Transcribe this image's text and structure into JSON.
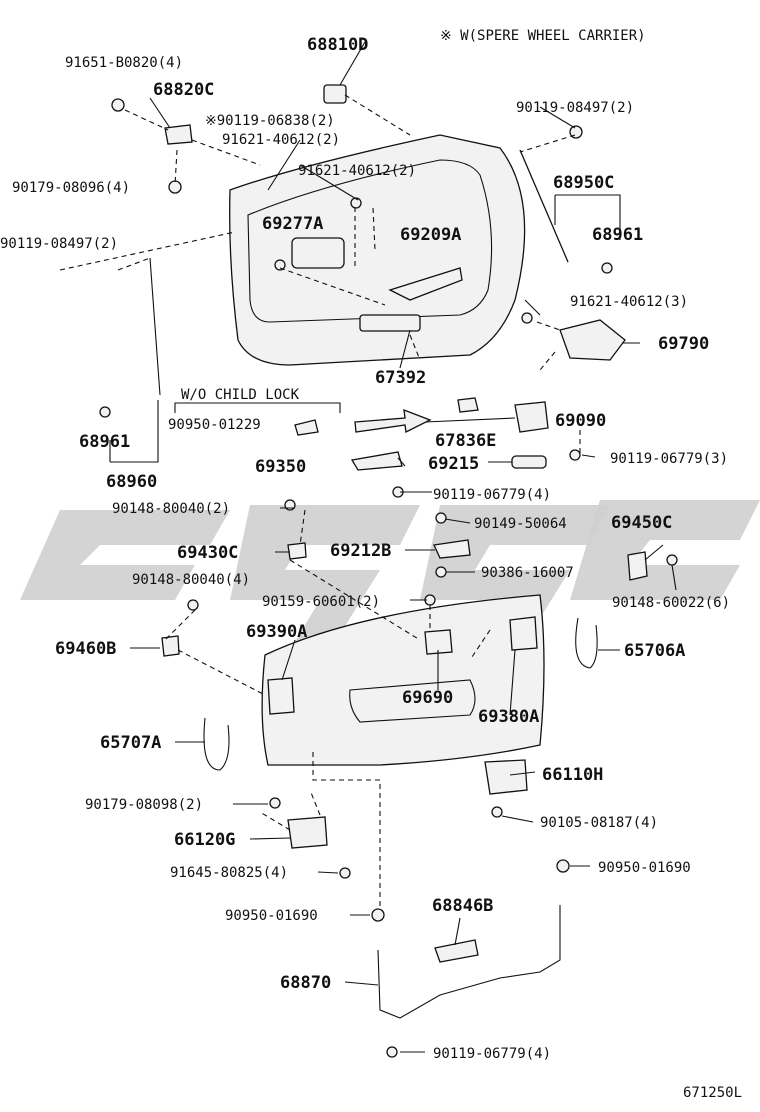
{
  "header_note": "※ W(SPERE WHEEL CARRIER)",
  "child_lock_note": "W/O CHILD LOCK",
  "diagram_id": "671250L",
  "labels": {
    "p68810D": "68810D",
    "p91651": "91651-B0820(4)",
    "p68820C": "68820C",
    "p90119_06838": "※90119-06838(2)",
    "p91621_a": "91621-40612(2)",
    "p91621_b": "91621-40612(2)",
    "p90119_08497_r": "90119-08497(2)",
    "p90179_08096": "90179-08096(4)",
    "p68950C": "68950C",
    "p90119_08497_l": "90119-08497(2)",
    "p69277A": "69277A",
    "p69209A": "69209A",
    "p68961_r": "68961",
    "p91621_c": "91621-40612(3)",
    "p69790": "69790",
    "p67392": "67392",
    "p_child": "W/O CHILD LOCK",
    "p90950_01229": "90950-01229",
    "p68961_l": "68961",
    "p69090": "69090",
    "p67836E": "67836E",
    "p68960": "68960",
    "p69350": "69350",
    "p69215": "69215",
    "p90119_06779_3": "90119-06779(3)",
    "p90119_06779_4a": "90119-06779(4)",
    "p90148_80040_2": "90148-80040(2)",
    "p90149_50064": "90149-50064",
    "p69450C": "69450C",
    "p69430C": "69430C",
    "p69212B": "69212B",
    "p90386": "90386-16007",
    "p90148_80040_4": "90148-80040(4)",
    "p90148_60022": "90148-60022(6)",
    "p90159": "90159-60601(2)",
    "p69460B": "69460B",
    "p69390A": "69390A",
    "p65706A": "65706A",
    "p69690": "69690",
    "p69380A": "69380A",
    "p65707A": "65707A",
    "p66110H": "66110H",
    "p90179_08098": "90179-08098(2)",
    "p90105": "90105-08187(4)",
    "p66120G": "66120G",
    "p90950_01690_r": "90950-01690",
    "p91645": "91645-80825(4)",
    "p90950_01690_l": "90950-01690",
    "p68846B": "68846B",
    "p68870": "68870",
    "p90119_06779_4b": "90119-06779(4)",
    "p671250L": "671250L"
  }
}
